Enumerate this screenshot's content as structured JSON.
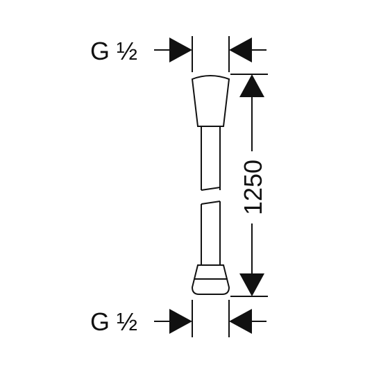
{
  "colors": {
    "line": "#111111",
    "background": "#ffffff"
  },
  "labels": {
    "thread_top": "G ½",
    "thread_bottom": "G ½",
    "length": "1250"
  }
}
